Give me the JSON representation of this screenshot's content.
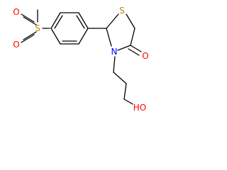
{
  "structure": {
    "atoms": {
      "S_sulfonyl": {
        "label": "S",
        "color": "#b8860b"
      },
      "O_sulfonyl_top": {
        "label": "O",
        "color": "#ff0000"
      },
      "O_sulfonyl_bottom": {
        "label": "O",
        "color": "#ff0000"
      },
      "S_ring": {
        "label": "S",
        "color": "#b8860b"
      },
      "N_ring": {
        "label": "N",
        "color": "#0000ff"
      },
      "O_carbonyl": {
        "label": "O",
        "color": "#ff0000"
      },
      "O_hydroxyl": {
        "label": "HO",
        "color": "#ff0000"
      }
    },
    "bond_color": "#000000"
  }
}
